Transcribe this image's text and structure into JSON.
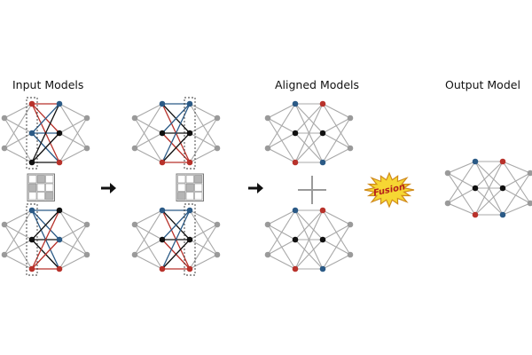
{
  "labels": {
    "input": "Input Models",
    "aligned": "Aligned Models",
    "output": "Output Model",
    "fusion": "Fusion"
  },
  "colors": {
    "red": "#b8322b",
    "blue": "#2b5a86",
    "black": "#111111",
    "gray_node": "#9a9a9a",
    "gray_edge": "#a8a8a8",
    "fusion_fill": "#f6d733",
    "fusion_stroke": "#d08a1a",
    "fusion_text": "#b51f1a"
  },
  "icons": [
    "permutation-matrix-icon",
    "arrow-right-icon",
    "plus-icon",
    "fusion-burst-icon"
  ]
}
